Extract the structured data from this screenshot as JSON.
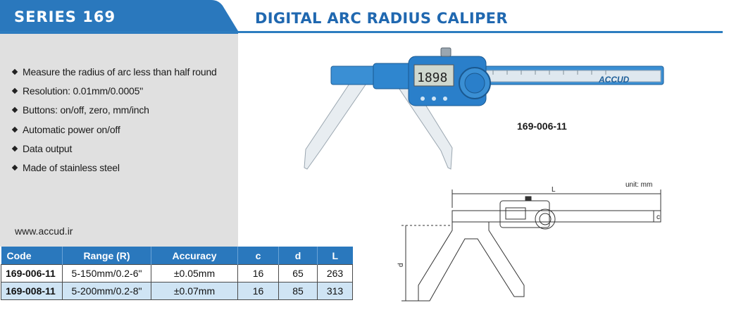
{
  "header": {
    "series": "SERIES 169",
    "product": "DIGITAL ARC RADIUS CALIPER"
  },
  "features": [
    "Measure the radius of arc less than half round",
    "Resolution: 0.01mm/0.0005\"",
    "Buttons: on/off, zero, mm/inch",
    "Automatic power on/off",
    "Data output",
    "Made of stainless steel"
  ],
  "website": "www.accud.ir",
  "table": {
    "headers": [
      "Code",
      "Range (R)",
      "Accuracy",
      "c",
      "d",
      "L"
    ],
    "rows": [
      [
        "169-006-11",
        "5-150mm/0.2-6\"",
        "±0.05mm",
        "16",
        "65",
        "263"
      ],
      [
        "169-008-11",
        "5-200mm/0.2-8\"",
        "±0.07mm",
        "16",
        "85",
        "313"
      ]
    ]
  },
  "photo": {
    "model": "169-006-11",
    "display": "1898",
    "brand": "ACCUD"
  },
  "drawing": {
    "unit": "unit: mm",
    "dim_L": "L",
    "dim_c": "c",
    "dim_d": "d"
  },
  "colors": {
    "brand_blue": "#2a78bd",
    "title_blue": "#2068b0",
    "panel_gray": "#e0e0e0",
    "row_highlight": "#cfe4f4"
  }
}
